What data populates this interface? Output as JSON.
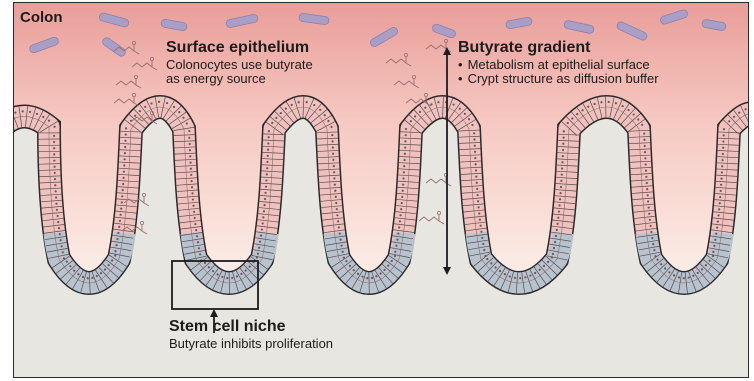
{
  "region_label": "Colon",
  "surface": {
    "title": "Surface epithelium",
    "desc_line1": "Colonocytes use butyrate",
    "desc_line2": "as energy source"
  },
  "gradient": {
    "title": "Butyrate gradient",
    "bullets": [
      "Metabolism at epithelial surface",
      "Crypt structure as diffusion buffer"
    ]
  },
  "stem": {
    "title": "Stem cell niche",
    "desc": "Butyrate inhibits proliferation"
  },
  "colors": {
    "lumen_top": "#e89a96",
    "lumen_bottom": "#fbe9e2",
    "tissue": "#e7e6e1",
    "epithelium_cell": "#f0c2bf",
    "stem_cell": "#b8c3d0",
    "bacteria": "#a99fc6",
    "outline": "#222222"
  }
}
